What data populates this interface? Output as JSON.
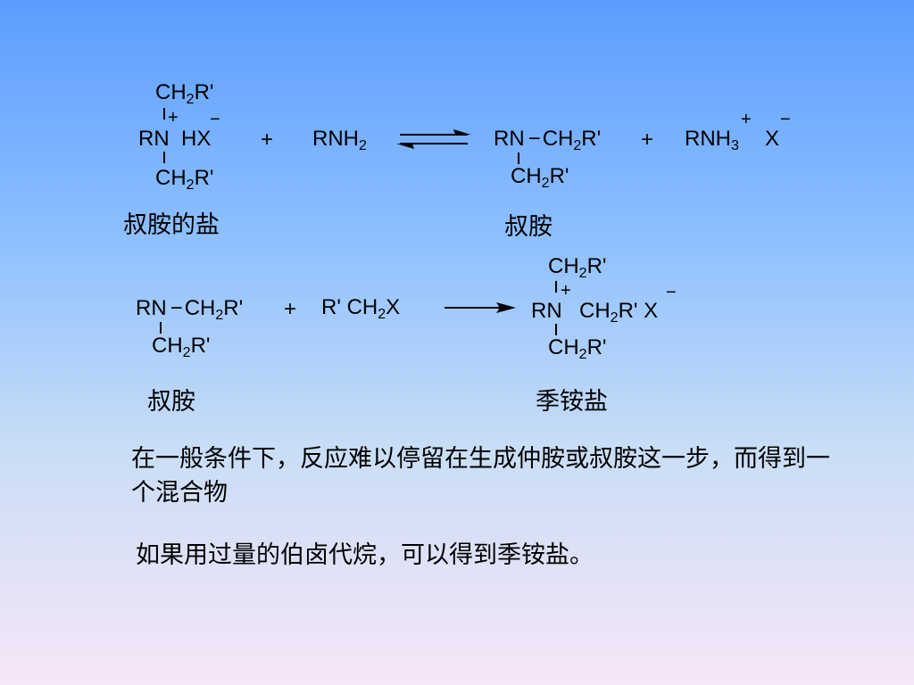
{
  "reaction1": {
    "salt_top": "CH2R'",
    "salt_n": "RN",
    "salt_acid": "HX",
    "salt_bottom": "CH2R'",
    "plus_charge": "+",
    "minus_charge": "−",
    "plus_sign": "+",
    "reagent": "RNH2",
    "product_amine": "RN−CH2R'",
    "product_amine_bottom": "CH2R'",
    "plus_sign_2": "+",
    "product_salt": "RNH3",
    "product_salt_charge": "+",
    "product_anion": "X",
    "product_anion_charge": "−",
    "label_left": "叔胺的盐",
    "label_right": "叔胺"
  },
  "reaction2": {
    "amine": "RN−CH2R'",
    "amine_bottom": "CH2R'",
    "plus_sign": "+",
    "reagent": "R' CH2X",
    "quat_top": "CH2R'",
    "quat_n": "RN",
    "quat_plus": "+",
    "quat_right": "CH2R' X",
    "quat_minus": "−",
    "quat_bottom": "CH2R'",
    "label_left": "叔胺",
    "label_right": "季铵盐"
  },
  "text": {
    "paragraph1": "在一般条件下，反应难以停留在生成仲胺或叔胺这一步，而得到一个混合物",
    "paragraph2": "如果用过量的伯卤代烷，可以得到季铵盐。"
  }
}
